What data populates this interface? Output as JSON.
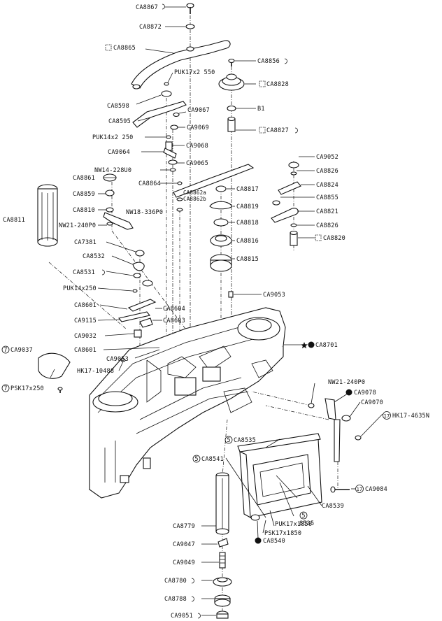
{
  "colors": {
    "ink": "#111111",
    "paper": "#ffffff"
  },
  "labels": {
    "CA8867": "CA8867",
    "CA8872": "CA8872",
    "CA8865": "CA8865",
    "CA8856": "CA8856",
    "PUK17x2550": "PUK17x2 550",
    "CA8828": "CA8828",
    "CA8598": "CA8598",
    "CA9067": "CA9067",
    "B1": "B1",
    "CA8595": "CA8595",
    "CA9069": "CA9069",
    "CA8827": "CA8827",
    "PUK14x2250": "PUK14x2 250",
    "CA9068": "CA9068",
    "CA9064": "CA9064",
    "CA9052": "CA9052",
    "CA9065": "CA9065",
    "NW14-228U0": "NW14-228U0",
    "CA8826a": "CA8826",
    "CA8861": "CA8861",
    "CA8864": "CA8864",
    "CA8817": "CA8817",
    "CA8824": "CA8824",
    "CA8862a": "CA8862a",
    "CA8862b": "CA8862b",
    "CA8859": "CA8859",
    "CA8855": "CA8855",
    "CA8819": "CA8819",
    "CA8811": "CA8811",
    "CA8810": "CA8810",
    "NW18-336P0": "NW18-336P0",
    "CA8821": "CA8821",
    "CA8818": "CA8818",
    "NW21-240P0a": "NW21-240P0",
    "CA8826b": "CA8826",
    "CA8820": "CA8820",
    "CA8816": "CA8816",
    "CA7381": "CA7381",
    "CA8532": "CA8532",
    "CA8815": "CA8815",
    "CA8531": "CA8531",
    "PUK14x250": "PUK14x250",
    "CA9053a": "CA9053",
    "CA8601a": "CA8601",
    "CA8604": "CA8604",
    "CA9115": "CA9115",
    "CA8603": "CA8603",
    "CA9032": "CA9032",
    "CA8701": "CA8701",
    "CA9037": "CA9037",
    "CA8601b": "CA8601",
    "CA9053b": "CA9053",
    "HK17-10488": "HK17-10488",
    "PSK17x250": "PSK17x250",
    "NW21-240P0b": "NW21-240P0",
    "CA9078": "CA9078",
    "CA9070": "CA9070",
    "HK17-4635N": "HK17-4635N",
    "CA8535a": "CA8535",
    "CA8541": "CA8541",
    "CA9084": "CA9084",
    "CA8539": "CA8539",
    "8535b": "8535",
    "PUK17x1850": "PUK17x1850",
    "PSK17x1850": "PSK17x1850",
    "CA8779": "CA8779",
    "CA8540": "CA8540",
    "CA9047": "CA9047",
    "CA9049": "CA9049",
    "CA8780": "CA8780",
    "CA8788": "CA8788",
    "CA9051": "CA9051"
  },
  "callout_numbers": {
    "n7a": "7",
    "n7b": "7",
    "n5a": "5",
    "n5b": "5",
    "n5c": "5",
    "n17a": "17",
    "n17b": "17"
  }
}
